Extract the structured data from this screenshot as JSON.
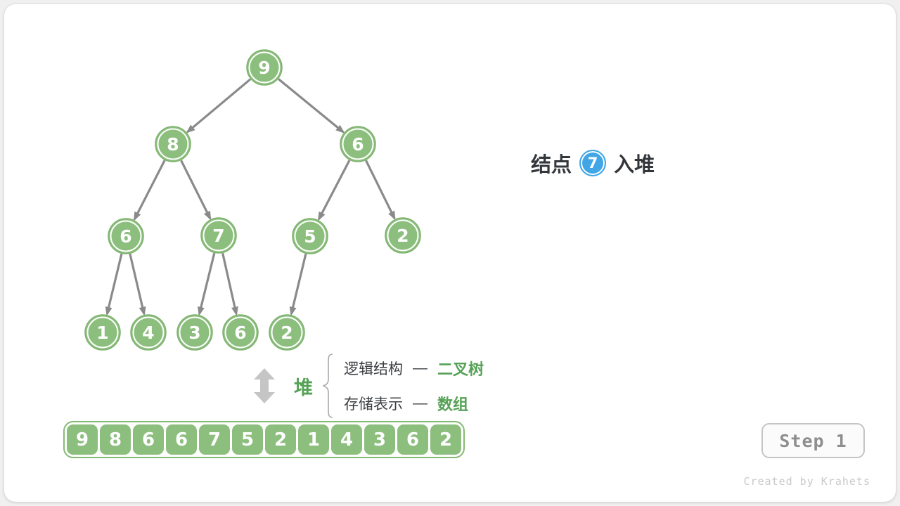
{
  "caption": {
    "prefix": "结点",
    "node_value": "7",
    "suffix": "入堆"
  },
  "tree": {
    "values": [
      9,
      8,
      6,
      6,
      7,
      5,
      2,
      1,
      4,
      3,
      6,
      2
    ],
    "edges": [
      [
        0,
        1
      ],
      [
        0,
        2
      ],
      [
        1,
        3
      ],
      [
        1,
        4
      ],
      [
        2,
        5
      ],
      [
        2,
        6
      ],
      [
        3,
        7
      ],
      [
        3,
        8
      ],
      [
        4,
        9
      ],
      [
        4,
        10
      ],
      [
        5,
        11
      ]
    ]
  },
  "legend": {
    "heap_label": "堆",
    "rows": [
      {
        "label": "逻辑结构",
        "dash": "—",
        "term": "二叉树"
      },
      {
        "label": "存储表示",
        "dash": "—",
        "term": "数组"
      }
    ]
  },
  "array": {
    "values": [
      9,
      8,
      6,
      6,
      7,
      5,
      2,
      1,
      4,
      3,
      6,
      2
    ]
  },
  "step_button": {
    "label": "Step 1"
  },
  "credit": "Created by Krahets",
  "colors": {
    "node_green": "#8CBE7D",
    "node_green_border": "#7FB370",
    "text_green": "#56A156",
    "node_blue": "#41A6E6",
    "edge_gray": "#8A8A8A",
    "text_dark": "#33373B",
    "icon_gray": "#C5C5C5",
    "brace_gray": "#A9A9A9"
  }
}
